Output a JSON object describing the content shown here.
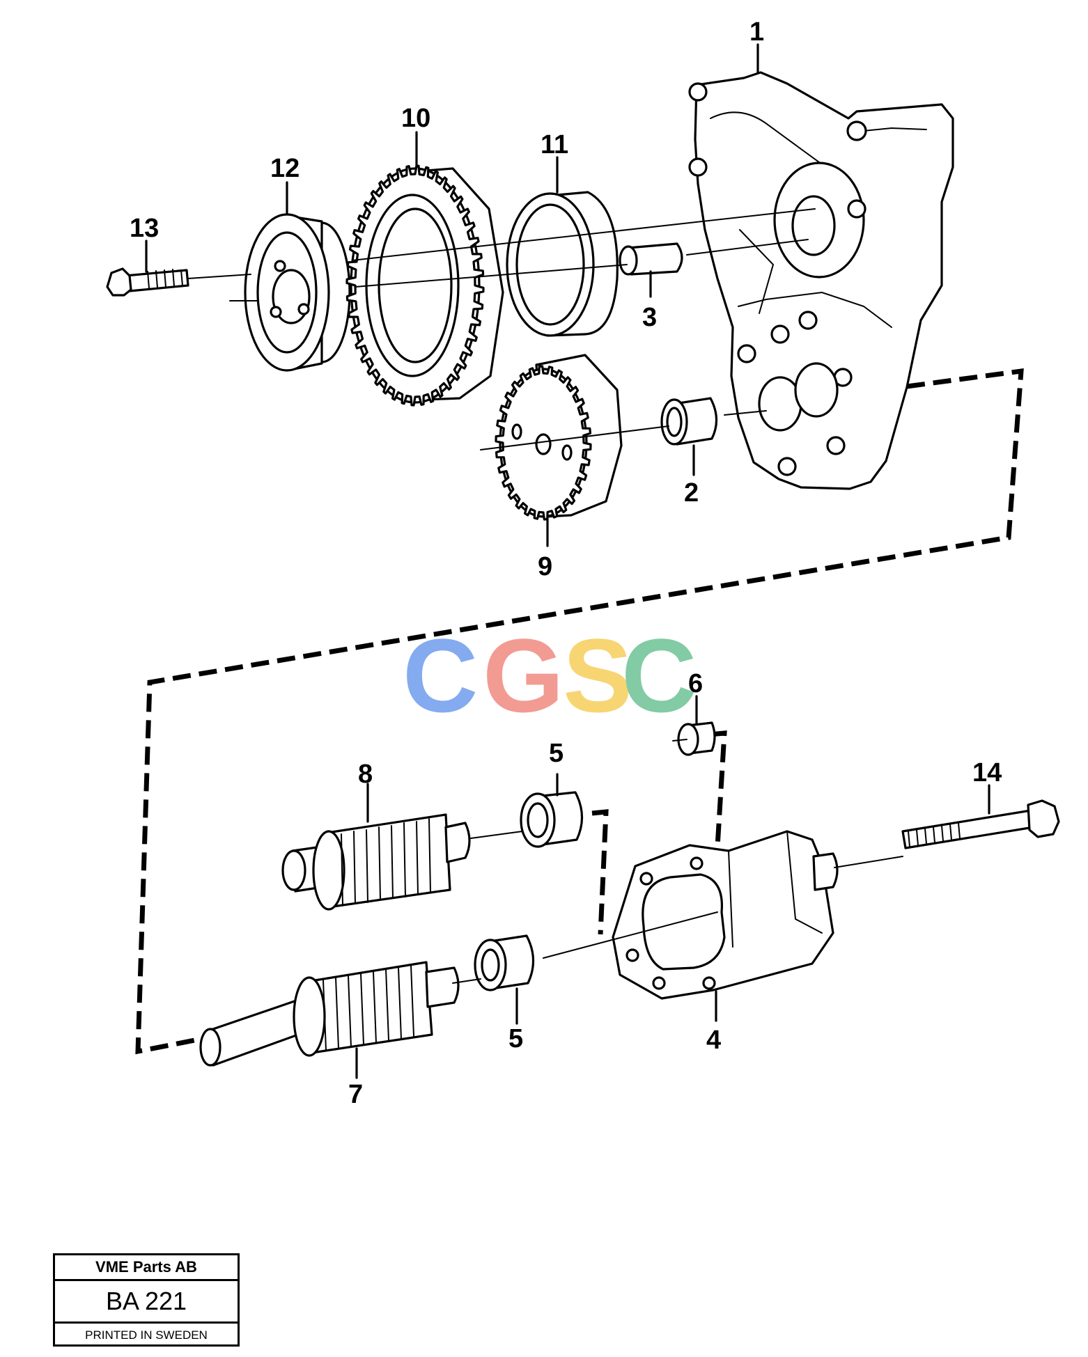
{
  "callouts": {
    "c1": "1",
    "c2": "2",
    "c3": "3",
    "c4": "4",
    "c5a": "5",
    "c5b": "5",
    "c6": "6",
    "c7": "7",
    "c8": "8",
    "c9": "9",
    "c10": "10",
    "c11": "11",
    "c12": "12",
    "c13": "13",
    "c14": "14"
  },
  "watermark": {
    "letters": [
      "C",
      "G",
      "S",
      "C"
    ],
    "colors": [
      "#7ea6f0",
      "#f2968e",
      "#f7d36b",
      "#7cc9a0"
    ]
  },
  "title_block": {
    "company": "VME Parts AB",
    "code": "BA 221",
    "printed": "PRINTED IN SWEDEN"
  }
}
